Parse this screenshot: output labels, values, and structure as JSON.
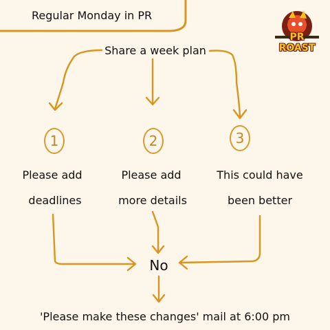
{
  "header": {
    "title": "Regular Monday in PR"
  },
  "logo": {
    "text": "PR ROAST"
  },
  "flow": {
    "start": "Share a week plan",
    "steps": [
      {
        "number": "1",
        "line1": "Please add",
        "line2": "deadlines"
      },
      {
        "number": "2",
        "line1": "Please add",
        "line2": "more details"
      },
      {
        "number": "3",
        "line1": "This could have",
        "line2": "been better"
      }
    ],
    "decision": "No",
    "result": "'Please make these changes' mail at 6:00 pm"
  },
  "colors": {
    "accent": "#d9951f",
    "background": "#fdf6ea",
    "text": "#111111"
  }
}
